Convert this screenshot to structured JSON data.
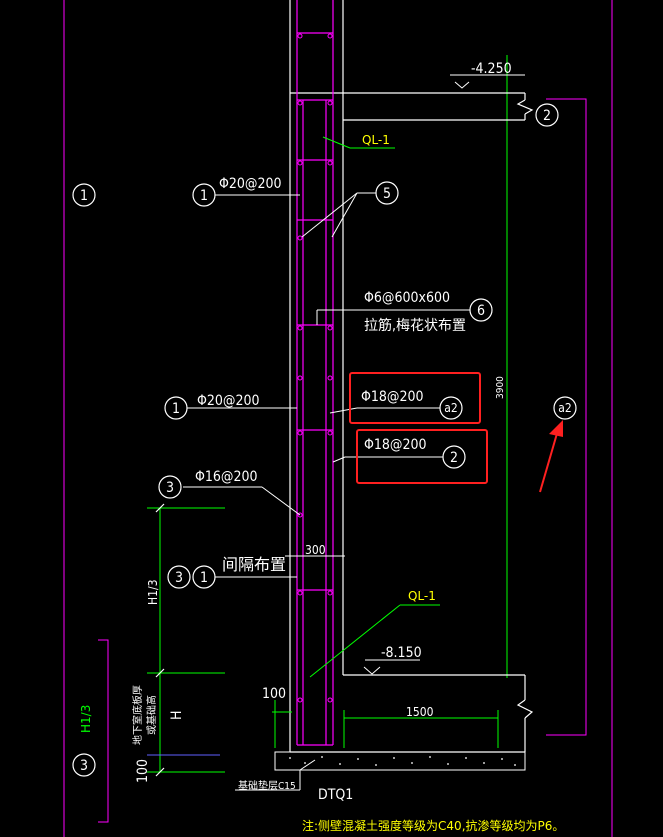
{
  "labels": {
    "elev_top": "-4.250",
    "elev_bottom": "-8.150",
    "ql1_top": "QL-1",
    "ql1_bottom": "QL-1",
    "bar_20_a": "Φ20@200",
    "bar_20_b": "Φ20@200",
    "bar_6": "Φ6@600x600",
    "tie_note": "拉筋,梅花状布置",
    "bar_18_a": "Φ18@200",
    "bar_18_b": "Φ18@200",
    "bar_16": "Φ16@200",
    "alternate": "间隔布置",
    "dim_3900": "3900",
    "dim_300": "300",
    "dim_100_top": "100",
    "dim_100_side": "100",
    "dim_1500": "1500",
    "dim_h1_3": "H1/3",
    "dim_h": "H",
    "mark_h1_3": "H1/3",
    "depth_note_1": "地下室底板厚",
    "depth_note_2": "或基础高",
    "cushion": "基础垫层C15",
    "title": "DTQ1",
    "note": "注:侧壁混凝土强度等级为C40,抗渗等级均为P6。"
  },
  "callouts": {
    "c1_left": "1",
    "c1_a": "1",
    "c1_b": "1",
    "c2_top": "2",
    "c5": "5",
    "c6": "6",
    "ca2_inner": "a2",
    "c2_inner": "2",
    "c3_a": "3",
    "c3_b": "3",
    "c1_c": "1",
    "c3_bottom": "3",
    "ca2_right": "a2"
  },
  "colors": {
    "background": "#000000",
    "magenta": "#ff00ff",
    "green": "#00ff00",
    "white": "#ffffff",
    "yellow": "#ffff00",
    "highlight_red": "#ff2020"
  }
}
